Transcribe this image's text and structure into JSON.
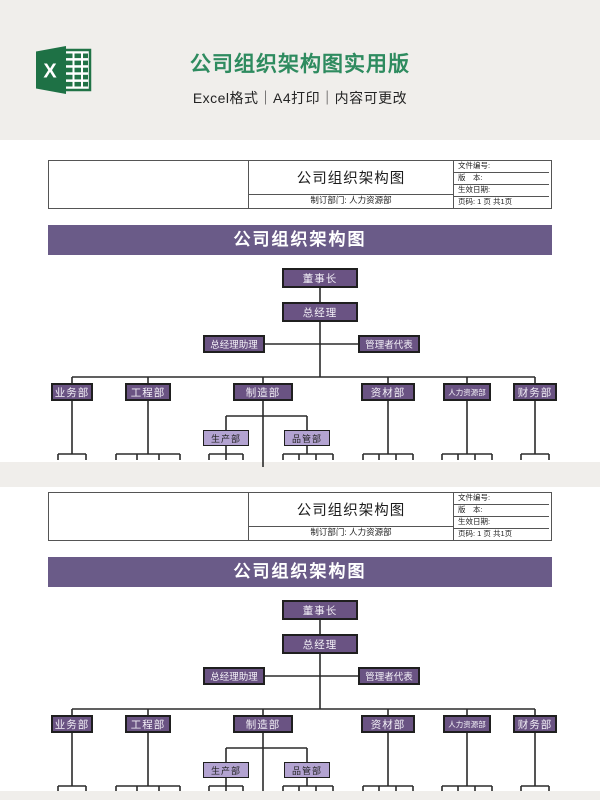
{
  "theme": {
    "page_bg": "#f0eeeb",
    "card_bg": "#ffffff",
    "title_green": "#2e8b5f",
    "excel_green": "#217346",
    "excel_green_dark": "#1e7145",
    "banner_purple": "#6a5b88",
    "node_purple": "#6a5383",
    "node_border": "#1f1f1f",
    "sub_purple": "#b3a3d1",
    "line_color": "#2b2b2b"
  },
  "promo_header": {
    "title": "公司组织架构图实用版",
    "subtitle": "Excel格式｜A4打印｜内容可更改",
    "excel_icon_letter": "X"
  },
  "sheet": {
    "doc_header": {
      "title": "公司组织架构图",
      "dept_row": "制订部门: 人力资源部",
      "info_rows": [
        "文件编号:",
        "版　本:",
        "生效日期:",
        "页码: 1 页 共1页"
      ]
    },
    "banner": {
      "title": "公司组织架构图"
    },
    "org": {
      "chairman": "董事长",
      "general_manager": "总经理",
      "assistant": "总经理助理",
      "representative": "管理者代表",
      "departments": [
        "业务部",
        "工程部",
        "制造部",
        "资材部",
        "人力资源部",
        "财务部"
      ],
      "manufacturing_subs": [
        "生产部",
        "品管部"
      ]
    }
  }
}
